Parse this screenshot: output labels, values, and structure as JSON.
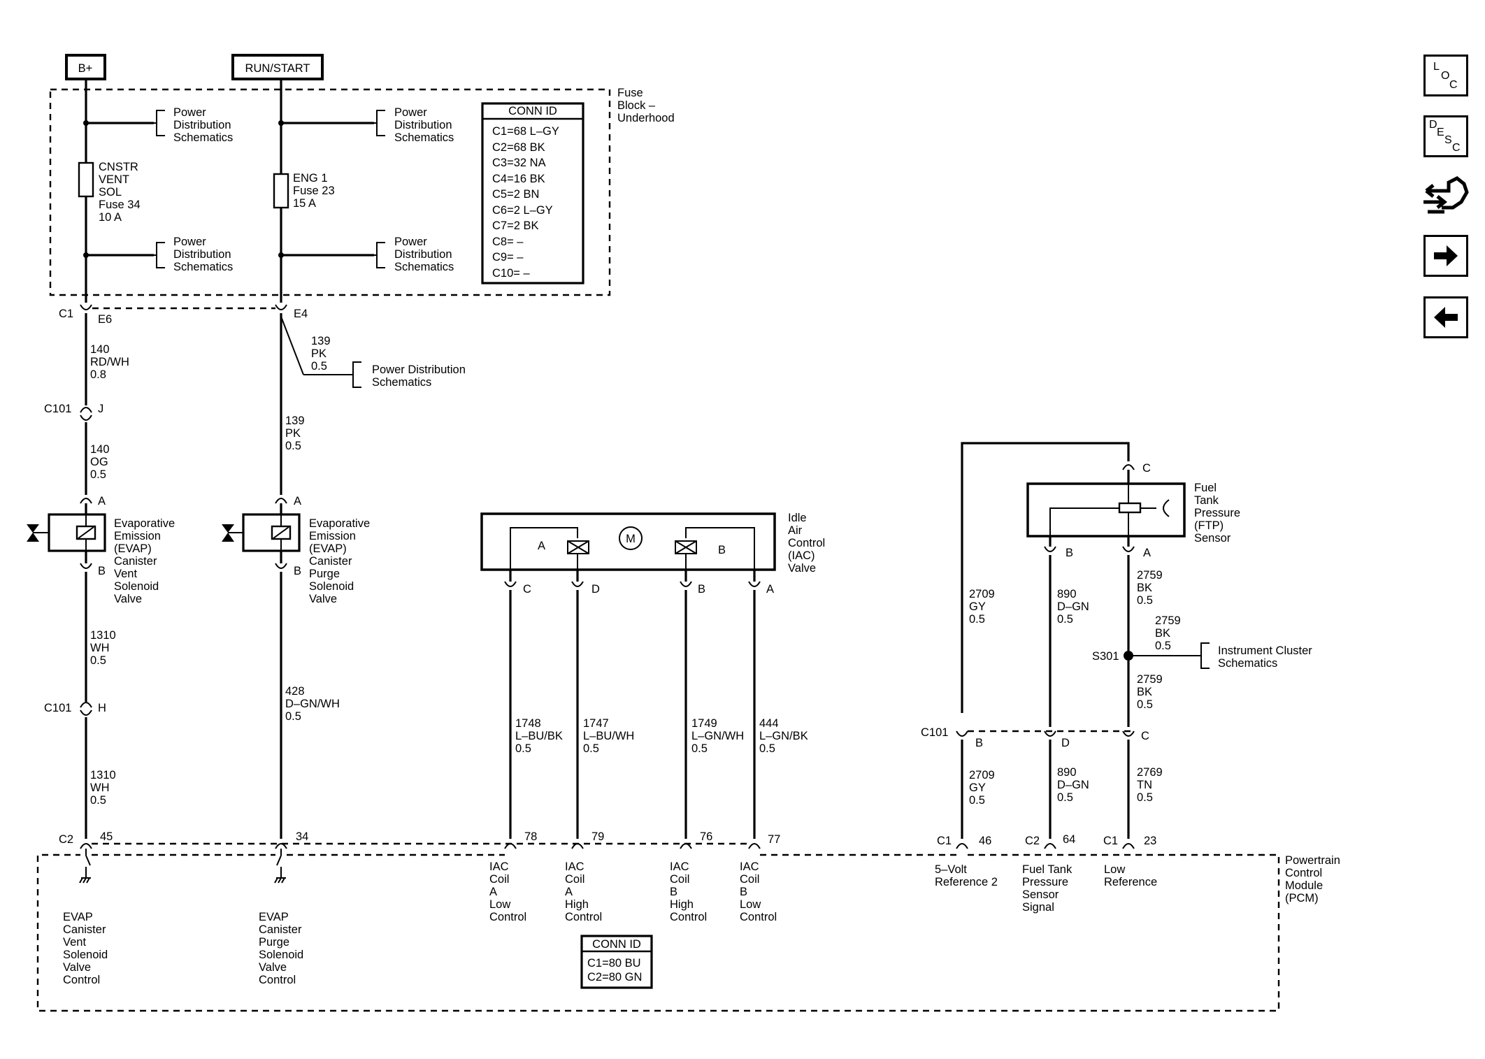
{
  "power": {
    "bplus": "B+",
    "runstart": "RUN/START"
  },
  "fuse_block": {
    "title": [
      "Fuse",
      "Block –",
      "Underhood"
    ],
    "pds": [
      "Power",
      "Distribution",
      "Schematics"
    ],
    "fuse34": [
      "CNSTR",
      "VENT",
      "SOL",
      "Fuse 34",
      "10 A"
    ],
    "fuse23": [
      "ENG 1",
      "Fuse 23",
      "15 A"
    ]
  },
  "conn_id_top": {
    "title": "CONN ID",
    "rows": [
      "C1=68 L–GY",
      "C2=68 BK",
      "C3=32 NA",
      "C4=16 BK",
      "C5=2 BN",
      "C6=2 L–GY",
      "C7=2 BK",
      "C8= –",
      "C9= –",
      "C10= –"
    ]
  },
  "connectors": {
    "c1": "C1",
    "e6": "E6",
    "e4": "E4",
    "c101": "C101",
    "j": "J",
    "h": "H",
    "a": "A",
    "b": "B",
    "c": "C",
    "d": "D",
    "c2": "C2",
    "s301": "S301",
    "pin45": "45",
    "pin34": "34",
    "pin78": "78",
    "pin79": "79",
    "pin76": "76",
    "pin77": "77",
    "pin46": "46",
    "pin64": "64",
    "pin23": "23"
  },
  "wires": {
    "w140a": [
      "140",
      "RD/WH",
      "0.8"
    ],
    "w139splice": [
      "139",
      "PK",
      "0.5"
    ],
    "w139": [
      "139",
      "PK",
      "0.5"
    ],
    "w140b": [
      "140",
      "OG",
      "0.5"
    ],
    "w1310a": [
      "1310",
      "WH",
      "0.5"
    ],
    "w1310b": [
      "1310",
      "WH",
      "0.5"
    ],
    "w428": [
      "428",
      "D–GN/WH",
      "0.5"
    ],
    "w1748": [
      "1748",
      "L–BU/BK",
      "0.5"
    ],
    "w1747": [
      "1747",
      "L–BU/WH",
      "0.5"
    ],
    "w1749": [
      "1749",
      "L–GN/WH",
      "0.5"
    ],
    "w444": [
      "444",
      "L–GN/BK",
      "0.5"
    ],
    "w2709a": [
      "2709",
      "GY",
      "0.5"
    ],
    "w890a": [
      "890",
      "D–GN",
      "0.5"
    ],
    "w2759a": [
      "2759",
      "BK",
      "0.5"
    ],
    "w2759b": [
      "2759",
      "BK",
      "0.5"
    ],
    "w2759c": [
      "2759",
      "BK",
      "0.5"
    ],
    "w2709b": [
      "2709",
      "GY",
      "0.5"
    ],
    "w890b": [
      "890",
      "D–GN",
      "0.5"
    ],
    "w2769": [
      "2769",
      "TN",
      "0.5"
    ]
  },
  "refs": {
    "pds_single": [
      "Power Distribution",
      "Schematics"
    ],
    "instrument": [
      "Instrument Cluster",
      "Schematics"
    ]
  },
  "components": {
    "vent_valve": [
      "Evaporative",
      "Emission",
      "(EVAP)",
      "Canister",
      "Vent",
      "Solenoid",
      "Valve"
    ],
    "purge_valve": [
      "Evaporative",
      "Emission",
      "(EVAP)",
      "Canister",
      "Purge",
      "Solenoid",
      "Valve"
    ],
    "iac_valve": [
      "Idle",
      "Air",
      "Control",
      "(IAC)",
      "Valve"
    ],
    "iac_motor": "M",
    "iac_a": "A",
    "iac_b": "B",
    "ftp_sensor": [
      "Fuel",
      "Tank",
      "Pressure",
      "(FTP)",
      "Sensor"
    ]
  },
  "pcm": {
    "title": [
      "Powertrain",
      "Control",
      "Module",
      "(PCM)"
    ],
    "vent_ctrl": [
      "EVAP",
      "Canister",
      "Vent",
      "Solenoid",
      "Valve",
      "Control"
    ],
    "purge_ctrl": [
      "EVAP",
      "Canister",
      "Purge",
      "Solenoid",
      "Valve",
      "Control"
    ],
    "iac_a_low": [
      "IAC",
      "Coil",
      "A",
      "Low",
      "Control"
    ],
    "iac_a_high": [
      "IAC",
      "Coil",
      "A",
      "High",
      "Control"
    ],
    "iac_b_high": [
      "IAC",
      "Coil",
      "B",
      "High",
      "Control"
    ],
    "iac_b_low": [
      "IAC",
      "Coil",
      "B",
      "Low",
      "Control"
    ],
    "ref5v": [
      "5–Volt",
      "Reference 2"
    ],
    "ftp_signal": [
      "Fuel Tank",
      "Pressure",
      "Sensor",
      "Signal"
    ],
    "low_ref": [
      "Low",
      "Reference"
    ]
  },
  "conn_id_bottom": {
    "title": "CONN ID",
    "rows": [
      "C1=80 BU",
      "C2=80 GN"
    ]
  },
  "nav": {
    "loc": [
      "L",
      "O",
      "C"
    ],
    "desc": [
      "D",
      "E",
      "S",
      "C"
    ],
    "icons": [
      "loc-icon",
      "desc-icon",
      "harness-icon",
      "next-arrow-icon",
      "back-arrow-icon"
    ]
  }
}
